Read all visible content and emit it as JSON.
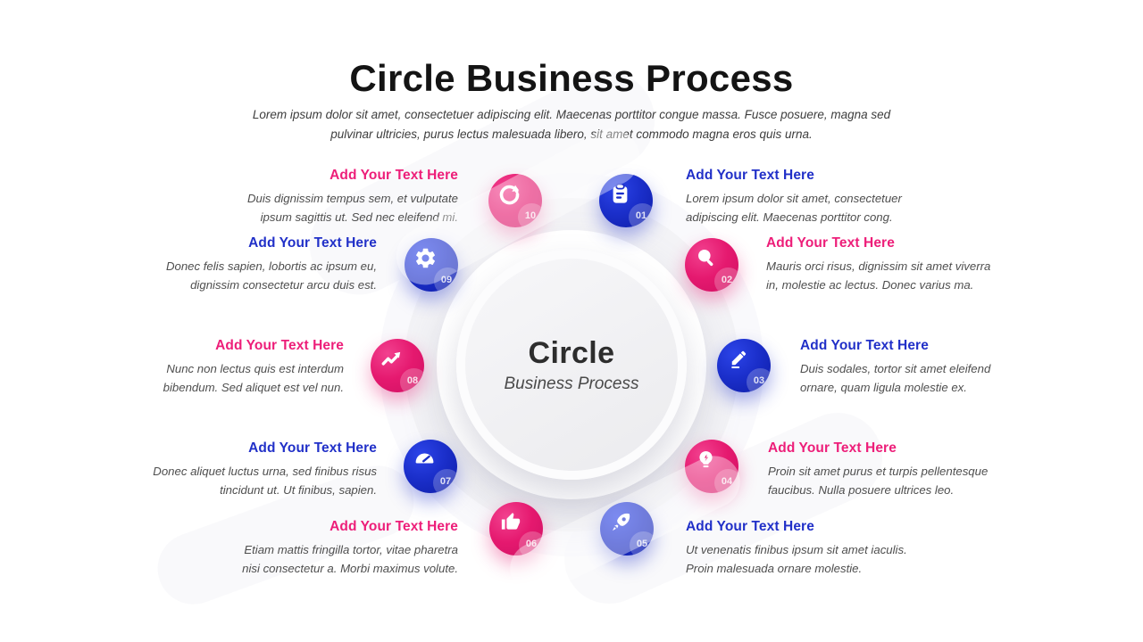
{
  "header": {
    "title": "Circle Business Process",
    "subtitle_line1": "Lorem ipsum dolor sit amet, consectetuer adipiscing elit. Maecenas porttitor congue massa. Fusce posuere, magna sed",
    "subtitle_line2": "pulvinar ultricies, purus lectus malesuada libero, sit amet commodo magna eros quis urna."
  },
  "center": {
    "title": "Circle",
    "subtitle": "Business Process"
  },
  "colors": {
    "pink": "#E5196F",
    "blue": "#1A2EC9",
    "pink_heading": "#ED1E79",
    "blue_heading": "#2130C8",
    "body_text": "#4E4E4E",
    "title_text": "#141414",
    "center_circle_bg": "#EFEFF1",
    "ring_bg": "#F3F3F6"
  },
  "items": [
    {
      "number": "01",
      "color": "blue",
      "icon": "clipboard-icon",
      "heading": "Add Your Text Here",
      "body": "Lorem ipsum dolor sit amet, consectetuer adipiscing elit. Maecenas porttitor cong."
    },
    {
      "number": "02",
      "color": "pink",
      "icon": "magnifier-icon",
      "heading": "Add Your Text Here",
      "body": "Mauris orci risus, dignissim sit amet viverra in, molestie ac lectus. Donec varius ma."
    },
    {
      "number": "03",
      "color": "blue",
      "icon": "pencil-icon",
      "heading": "Add Your Text Here",
      "body": "Duis sodales, tortor sit amet eleifend ornare, quam ligula molestie ex."
    },
    {
      "number": "04",
      "color": "pink",
      "icon": "lightbulb-icon",
      "heading": "Add Your Text Here",
      "body": "Proin sit amet purus et turpis pellentesque faucibus. Nulla posuere ultrices leo."
    },
    {
      "number": "05",
      "color": "blue",
      "icon": "rocket-icon",
      "heading": "Add Your Text Here",
      "body": "Ut venenatis finibus ipsum sit amet iaculis. Proin malesuada ornare molestie."
    },
    {
      "number": "06",
      "color": "pink",
      "icon": "thumbs-up-icon",
      "heading": "Add Your Text Here",
      "body": "Etiam mattis fringilla tortor, vitae pharetra nisi consectetur a. Morbi maximus volute."
    },
    {
      "number": "07",
      "color": "blue",
      "icon": "gauge-icon",
      "heading": "Add Your Text Here",
      "body": "Donec aliquet luctus urna, sed finibus risus tincidunt ut. Ut finibus, sapien."
    },
    {
      "number": "08",
      "color": "pink",
      "icon": "trend-up-icon",
      "heading": "Add Your Text Here",
      "body": "Nunc non lectus quis est interdum bibendum. Sed aliquet est vel nun."
    },
    {
      "number": "09",
      "color": "blue",
      "icon": "gear-icon",
      "heading": "Add Your Text Here",
      "body": "Donec felis sapien, lobortis ac ipsum eu, dignissim consectetur arcu duis est."
    },
    {
      "number": "10",
      "color": "pink",
      "icon": "refresh-icon",
      "heading": "Add Your Text Here",
      "body": "Duis dignissim tempus sem, et vulputate ipsum sagittis ut. Sed nec eleifend mi."
    }
  ]
}
